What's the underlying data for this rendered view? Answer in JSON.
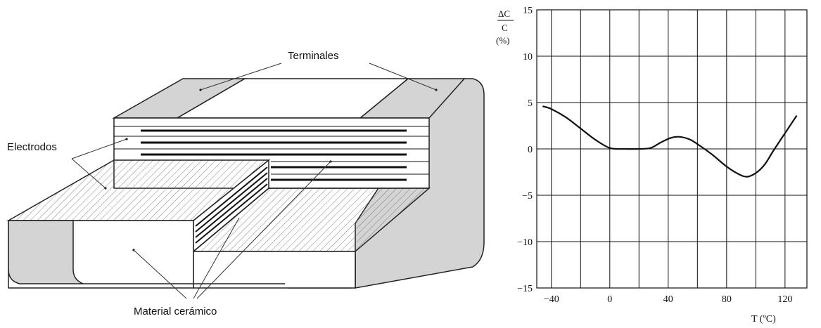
{
  "diagram": {
    "labels": {
      "terminals": "Terminales",
      "electrodes": "Electrodos",
      "ceramic": "Material cerámico"
    }
  },
  "chart_data": {
    "type": "line",
    "xlabel": "T (ºC)",
    "ylabel": [
      "ΔC",
      "C",
      "(%)"
    ],
    "xlim": [
      -50,
      135
    ],
    "ylim": [
      -15,
      15
    ],
    "x_ticks": [
      -40,
      0,
      40,
      80,
      120
    ],
    "x_tick_labels": [
      "−40",
      "0",
      "40",
      "80",
      "120"
    ],
    "y_ticks": [
      15,
      10,
      5,
      0,
      -5,
      -10,
      -15
    ],
    "y_tick_labels": [
      "15",
      "10",
      "5",
      "0",
      "−5",
      "−10",
      "−15"
    ],
    "grid": true,
    "series": [
      {
        "x": [
          -46,
          -40,
          -30,
          -20,
          -10,
          0,
          10,
          20,
          28,
          35,
          42,
          48,
          55,
          62,
          70,
          80,
          88,
          94,
          100,
          106,
          112,
          120,
          128
        ],
        "y": [
          4.6,
          4.3,
          3.4,
          2.2,
          1.0,
          0.1,
          0.0,
          0.0,
          0.1,
          0.7,
          1.2,
          1.3,
          1.0,
          0.3,
          -0.6,
          -1.9,
          -2.7,
          -3.0,
          -2.6,
          -1.7,
          -0.2,
          1.7,
          3.6
        ]
      }
    ]
  }
}
